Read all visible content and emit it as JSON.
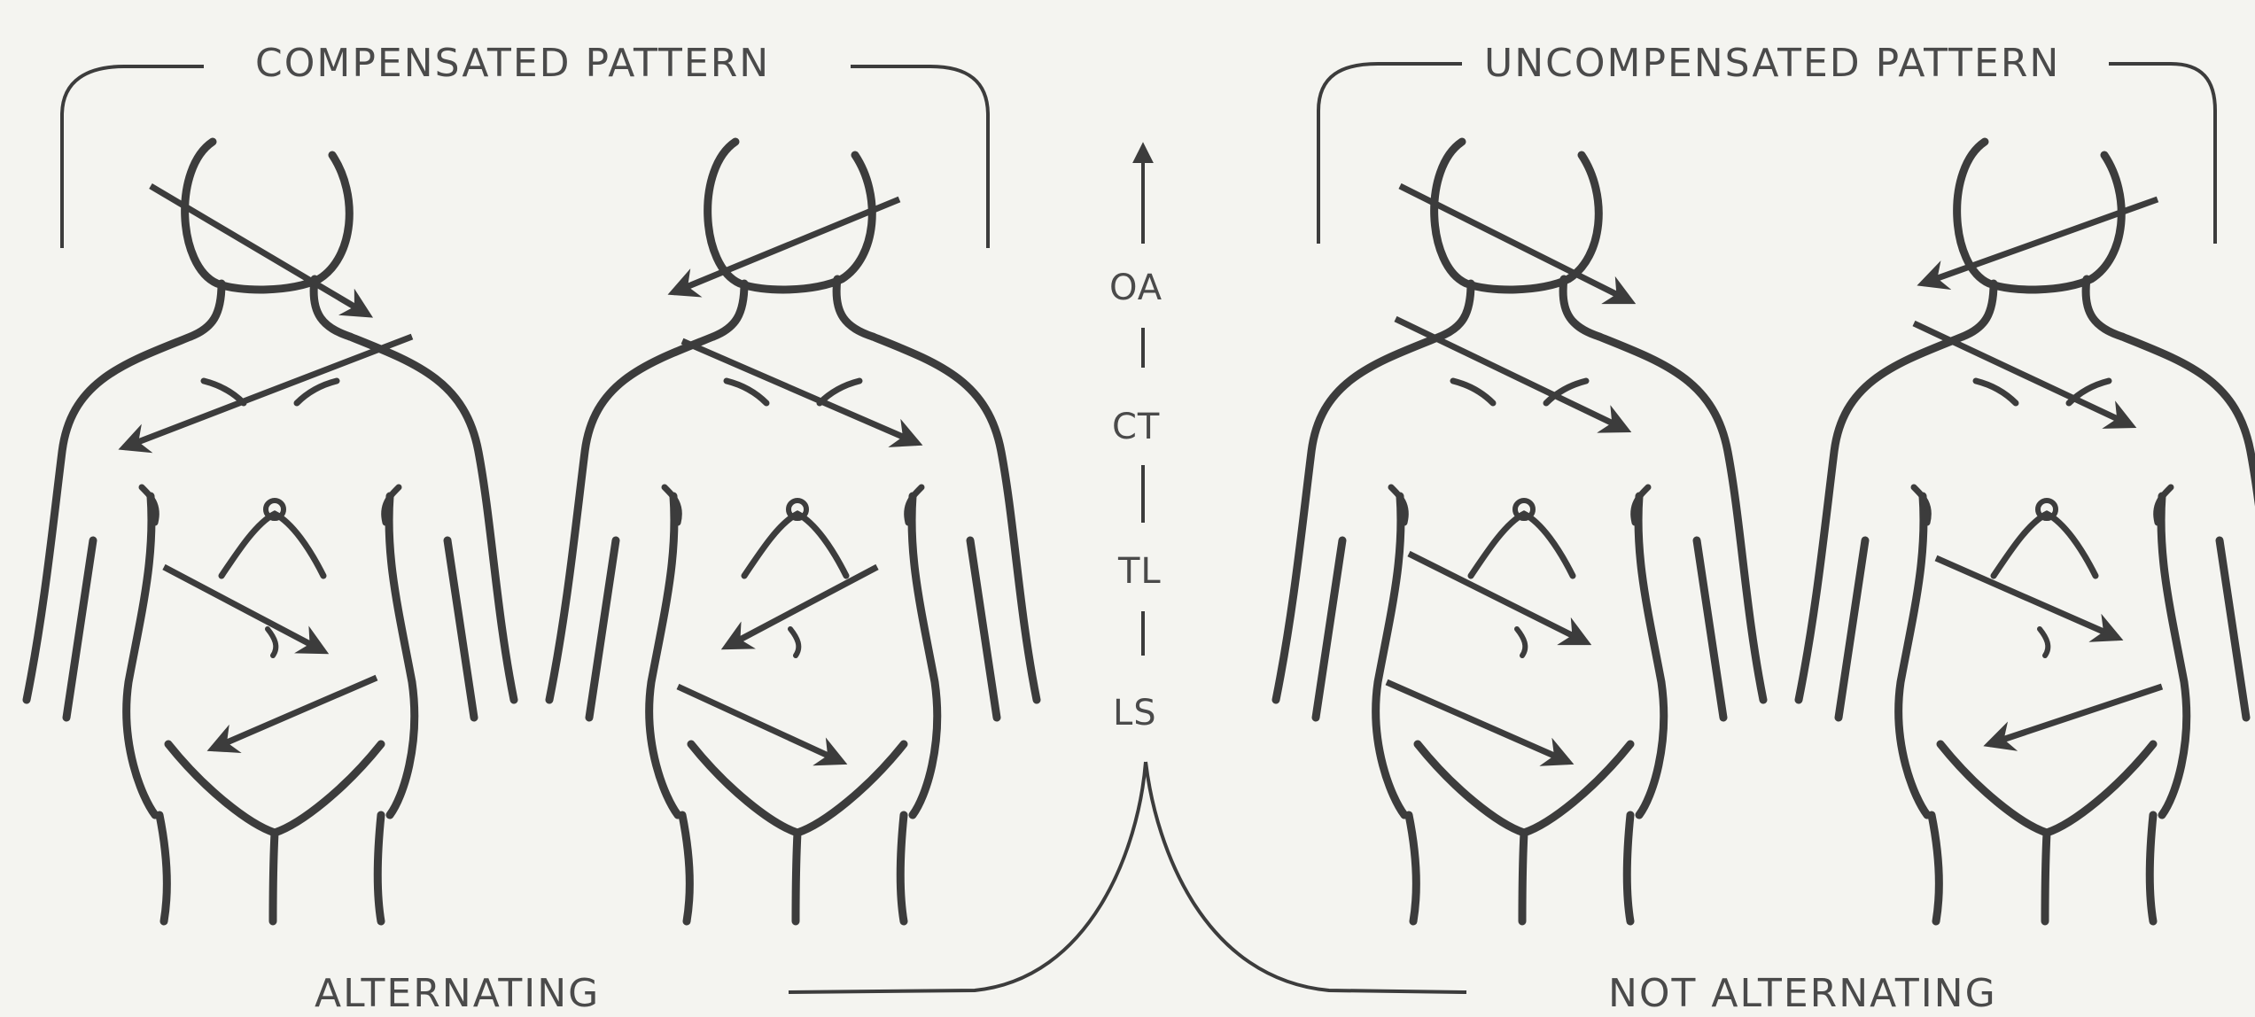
{
  "top_labels": {
    "compensated": "COMPENSATED PATTERN",
    "uncompensated": "UNCOMPENSATED PATTERN"
  },
  "bottom_labels": {
    "alternating": "ALTERNATING",
    "not_alternating": "NOT ALTERNATING"
  },
  "spine_levels": [
    "OA",
    "CT",
    "TL",
    "LS"
  ],
  "figures": [
    {
      "id": "figure-1",
      "group": "compensated"
    },
    {
      "id": "figure-2",
      "group": "compensated"
    },
    {
      "id": "figure-3",
      "group": "uncompensated"
    },
    {
      "id": "figure-4",
      "group": "uncompensated"
    }
  ],
  "colors": {
    "ink": "#3c3c3c",
    "paper": "#f4f4f0"
  }
}
